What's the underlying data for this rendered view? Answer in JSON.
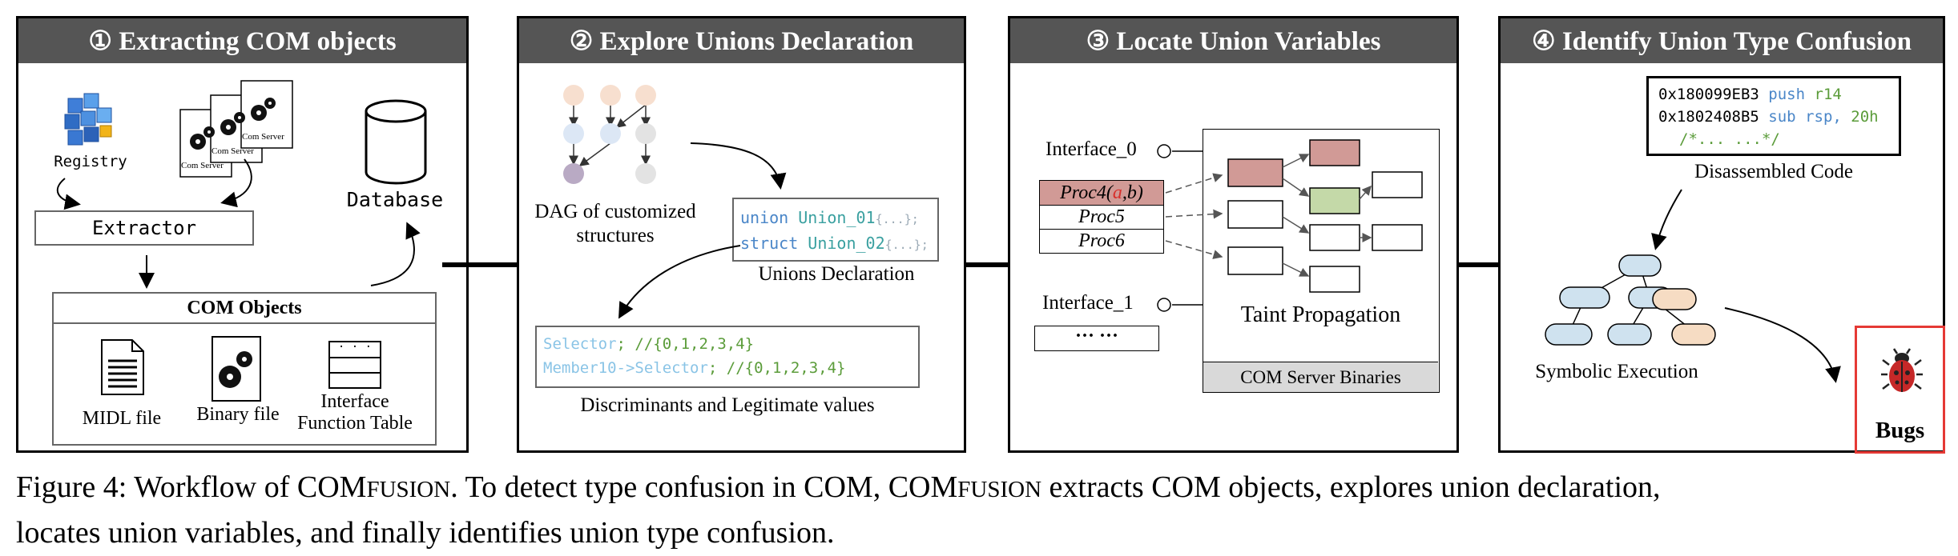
{
  "panels": [
    {
      "title": "① Extracting COM objects"
    },
    {
      "title": "② Explore Unions Declaration"
    },
    {
      "title": "③ Locate Union Variables"
    },
    {
      "title": "④ Identify Union Type Confusion"
    }
  ],
  "p1": {
    "registry": "Registry",
    "com_server": "Com Server",
    "extractor": "Extractor",
    "database": "Database",
    "com_objects": "COM Objects",
    "midl": "MIDL file",
    "binary": "Binary file",
    "ift_line1": "Interface",
    "ift_line2": "Function Table",
    "ift_dots": "· · ·"
  },
  "p2": {
    "dag_line1": "DAG of customized",
    "dag_line2": "structures",
    "union_kw": "union",
    "union_name": "Union_01",
    "union_body": "{...};",
    "struct_kw": "struct",
    "struct_name": "Union_02",
    "struct_body": "{...};",
    "unions_decl": "Unions Declaration",
    "sel_var": "Selector",
    "sel_comment": "; //{0,1,2,3,4}",
    "mem_var": "Member10->Selector",
    "mem_comment": "; //{0,1,2,3,4}",
    "discriminants": "Discriminants and Legitimate values"
  },
  "p3": {
    "interface0": "Interface_0",
    "proc4_prefix": "Proc4(",
    "proc4_a": "a",
    "proc4_sep": ",",
    "proc4_b": "b)",
    "proc5": "Proc5",
    "proc6": "Proc6",
    "interface1": "Interface_1",
    "dots": "···  ···",
    "taint": "Taint Propagation",
    "com_server_bin": "COM Server Binaries"
  },
  "p4": {
    "code1_addr": "0x180099EB3",
    "code1_op": "push",
    "code1_arg": "r14",
    "code2_addr": "0x1802408B5",
    "code2_op": "sub",
    "code2_arg1": "rsp,",
    "code2_arg2": "20h",
    "code3": "/*... ...*/",
    "disasm": "Disassembled Code",
    "symbolic": "Symbolic Execution",
    "bugs": "Bugs"
  },
  "caption": {
    "prefix": "Figure 4: Workflow of COM",
    "sc1": "FUSION",
    "mid1": ". To detect type confusion in COM, COM",
    "sc2": "FUSION",
    "rest1": " extracts COM objects, explores union declaration,",
    "line2": "locates union variables, and finally identifies union type confusion."
  },
  "colors": {
    "header_bg": "#555555",
    "proc4_fill": "#d19a96",
    "green_fill": "#c4d9a8",
    "tree_blue": "#cfe2ef",
    "tree_orange": "#f6dcc3",
    "bugs_border": "#e53935"
  }
}
